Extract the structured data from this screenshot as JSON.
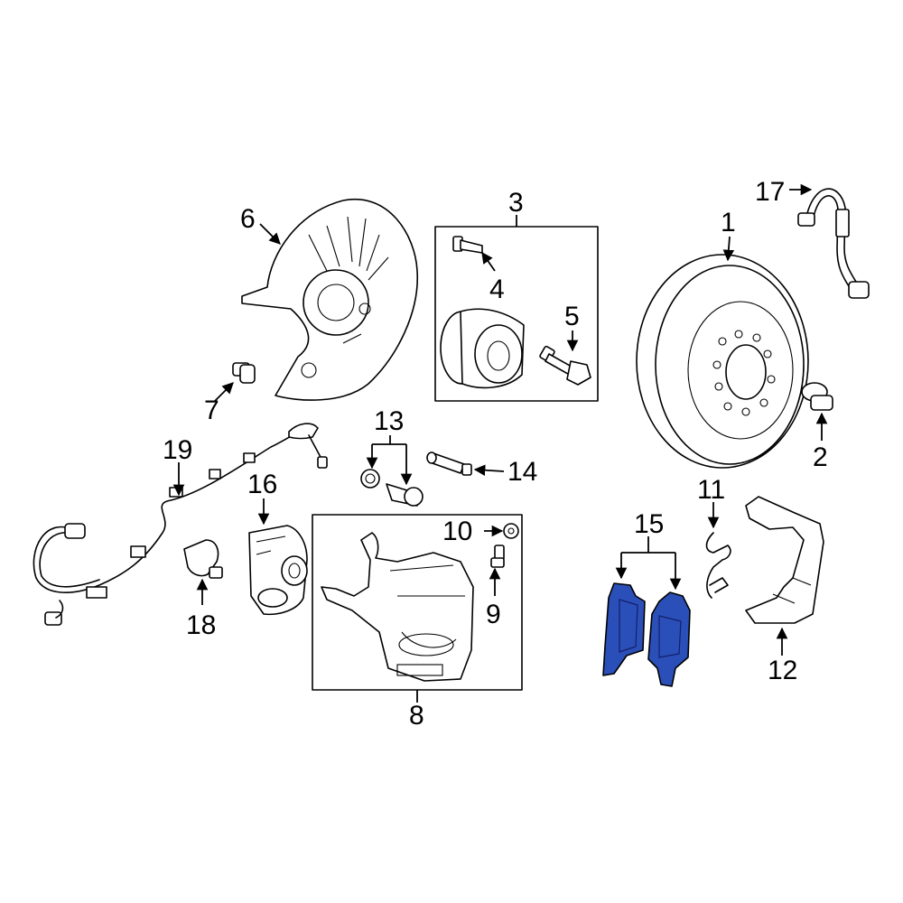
{
  "callouts": {
    "c1": "1",
    "c2": "2",
    "c3": "3",
    "c4": "4",
    "c5": "5",
    "c6": "6",
    "c7": "7",
    "c8": "8",
    "c9": "9",
    "c10": "10",
    "c11": "11",
    "c12": "12",
    "c13": "13",
    "c14": "14",
    "c15": "15",
    "c16": "16",
    "c17": "17",
    "c18": "18",
    "c19": "19"
  },
  "highlight_color": "#2b4fb8"
}
